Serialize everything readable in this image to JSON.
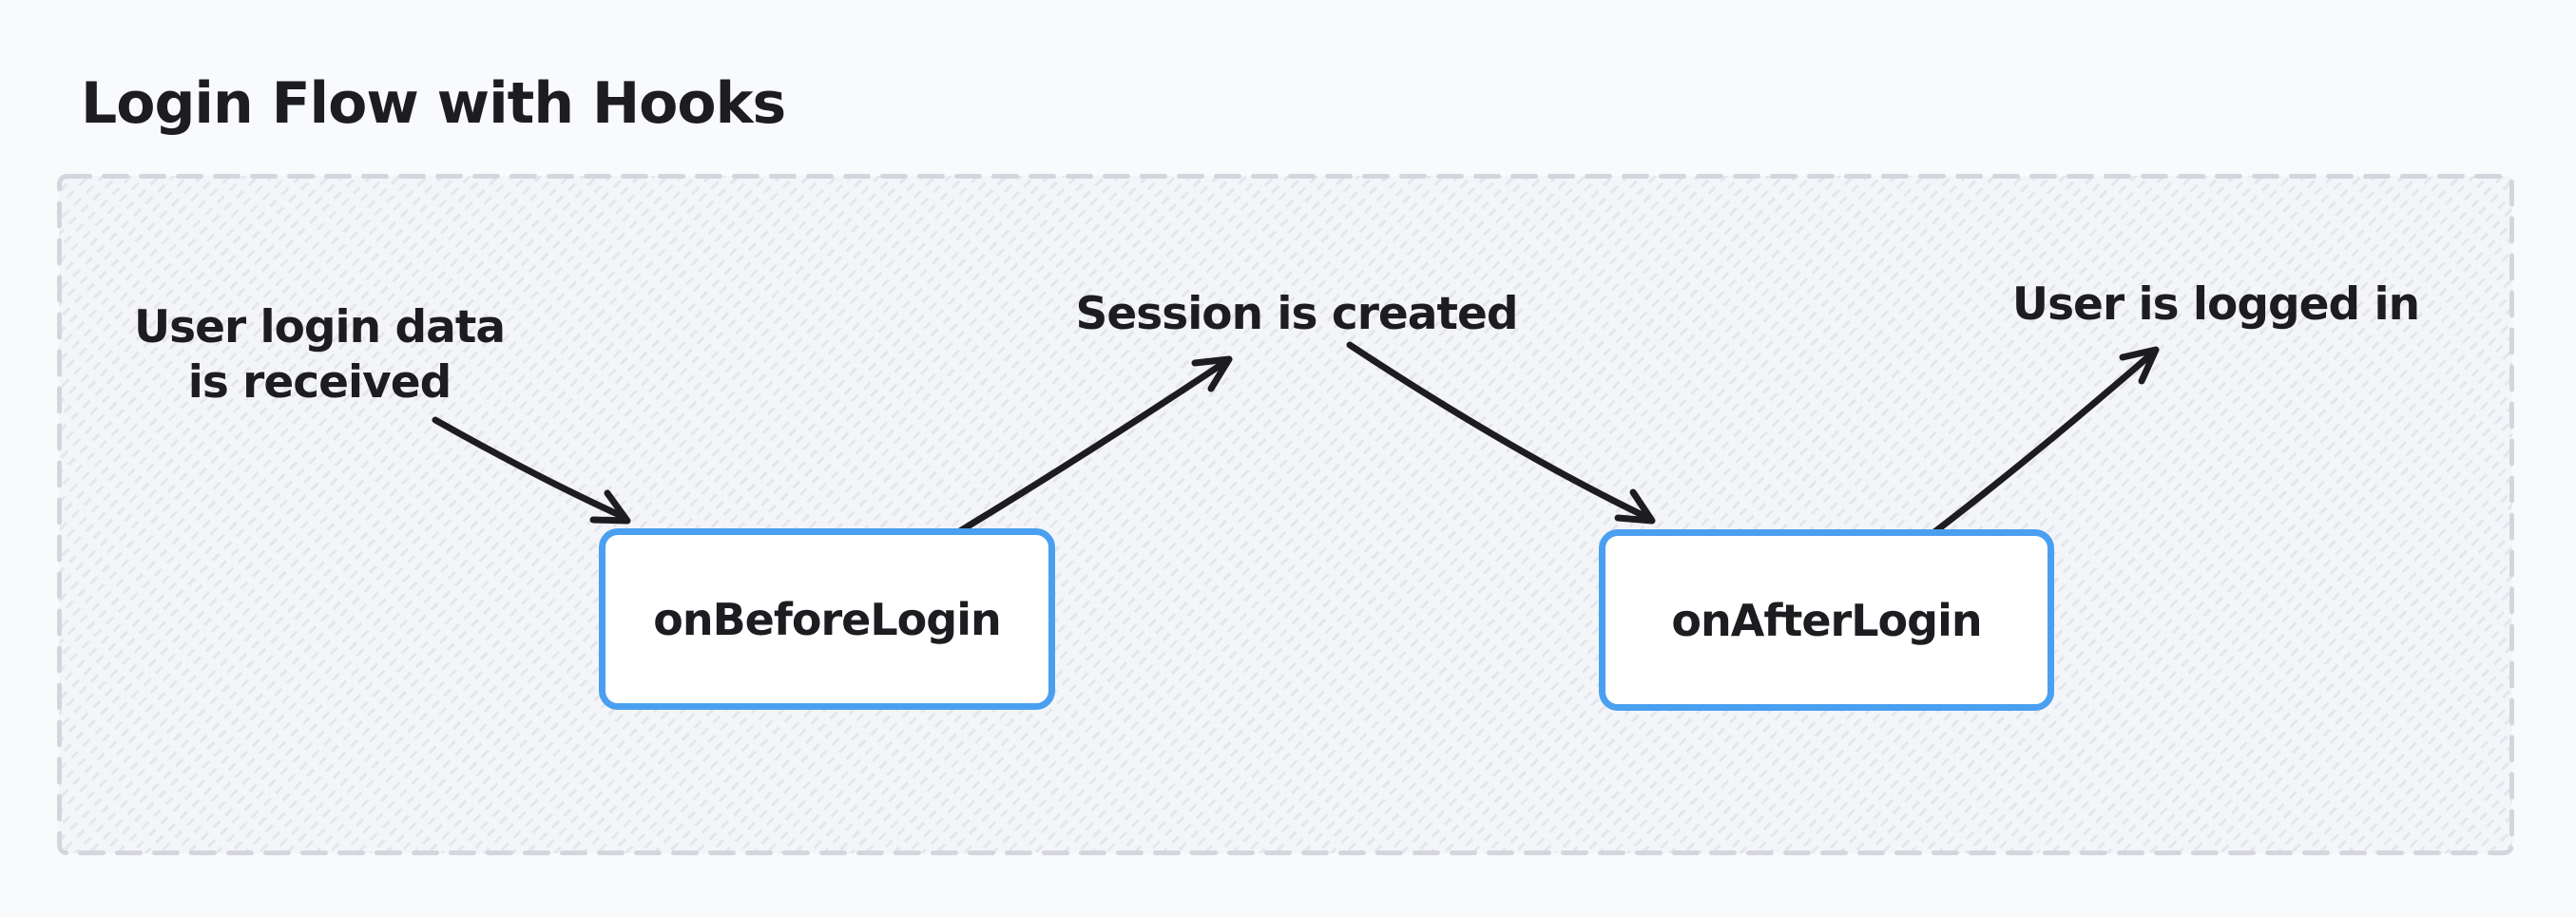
{
  "page": {
    "title": "Login Flow with Hooks"
  },
  "diagram": {
    "annotations": {
      "login_data": {
        "line1": "User login data",
        "line2": "is received"
      },
      "session_created": {
        "text": "Session is created"
      },
      "logged_in": {
        "text": "User is logged in"
      }
    },
    "hooks": {
      "on_before_login": {
        "label": "onBeforeLogin"
      },
      "on_after_login": {
        "label": "onAfterLogin"
      }
    },
    "edges": [
      {
        "from": "User login data is received",
        "to": "onBeforeLogin"
      },
      {
        "from": "onBeforeLogin",
        "to": "Session is created"
      },
      {
        "from": "Session is created",
        "to": "onAfterLogin"
      },
      {
        "from": "onAfterLogin",
        "to": "User is logged in"
      }
    ]
  },
  "colors": {
    "page_background": "#f9fafb",
    "frame_border": "#d5d5dd",
    "frame_hatch_line": "#e5e6ed",
    "hook_box_border": "#4a9ff0",
    "hook_box_fill": "#ffffff",
    "ink": "#1d1d21"
  }
}
